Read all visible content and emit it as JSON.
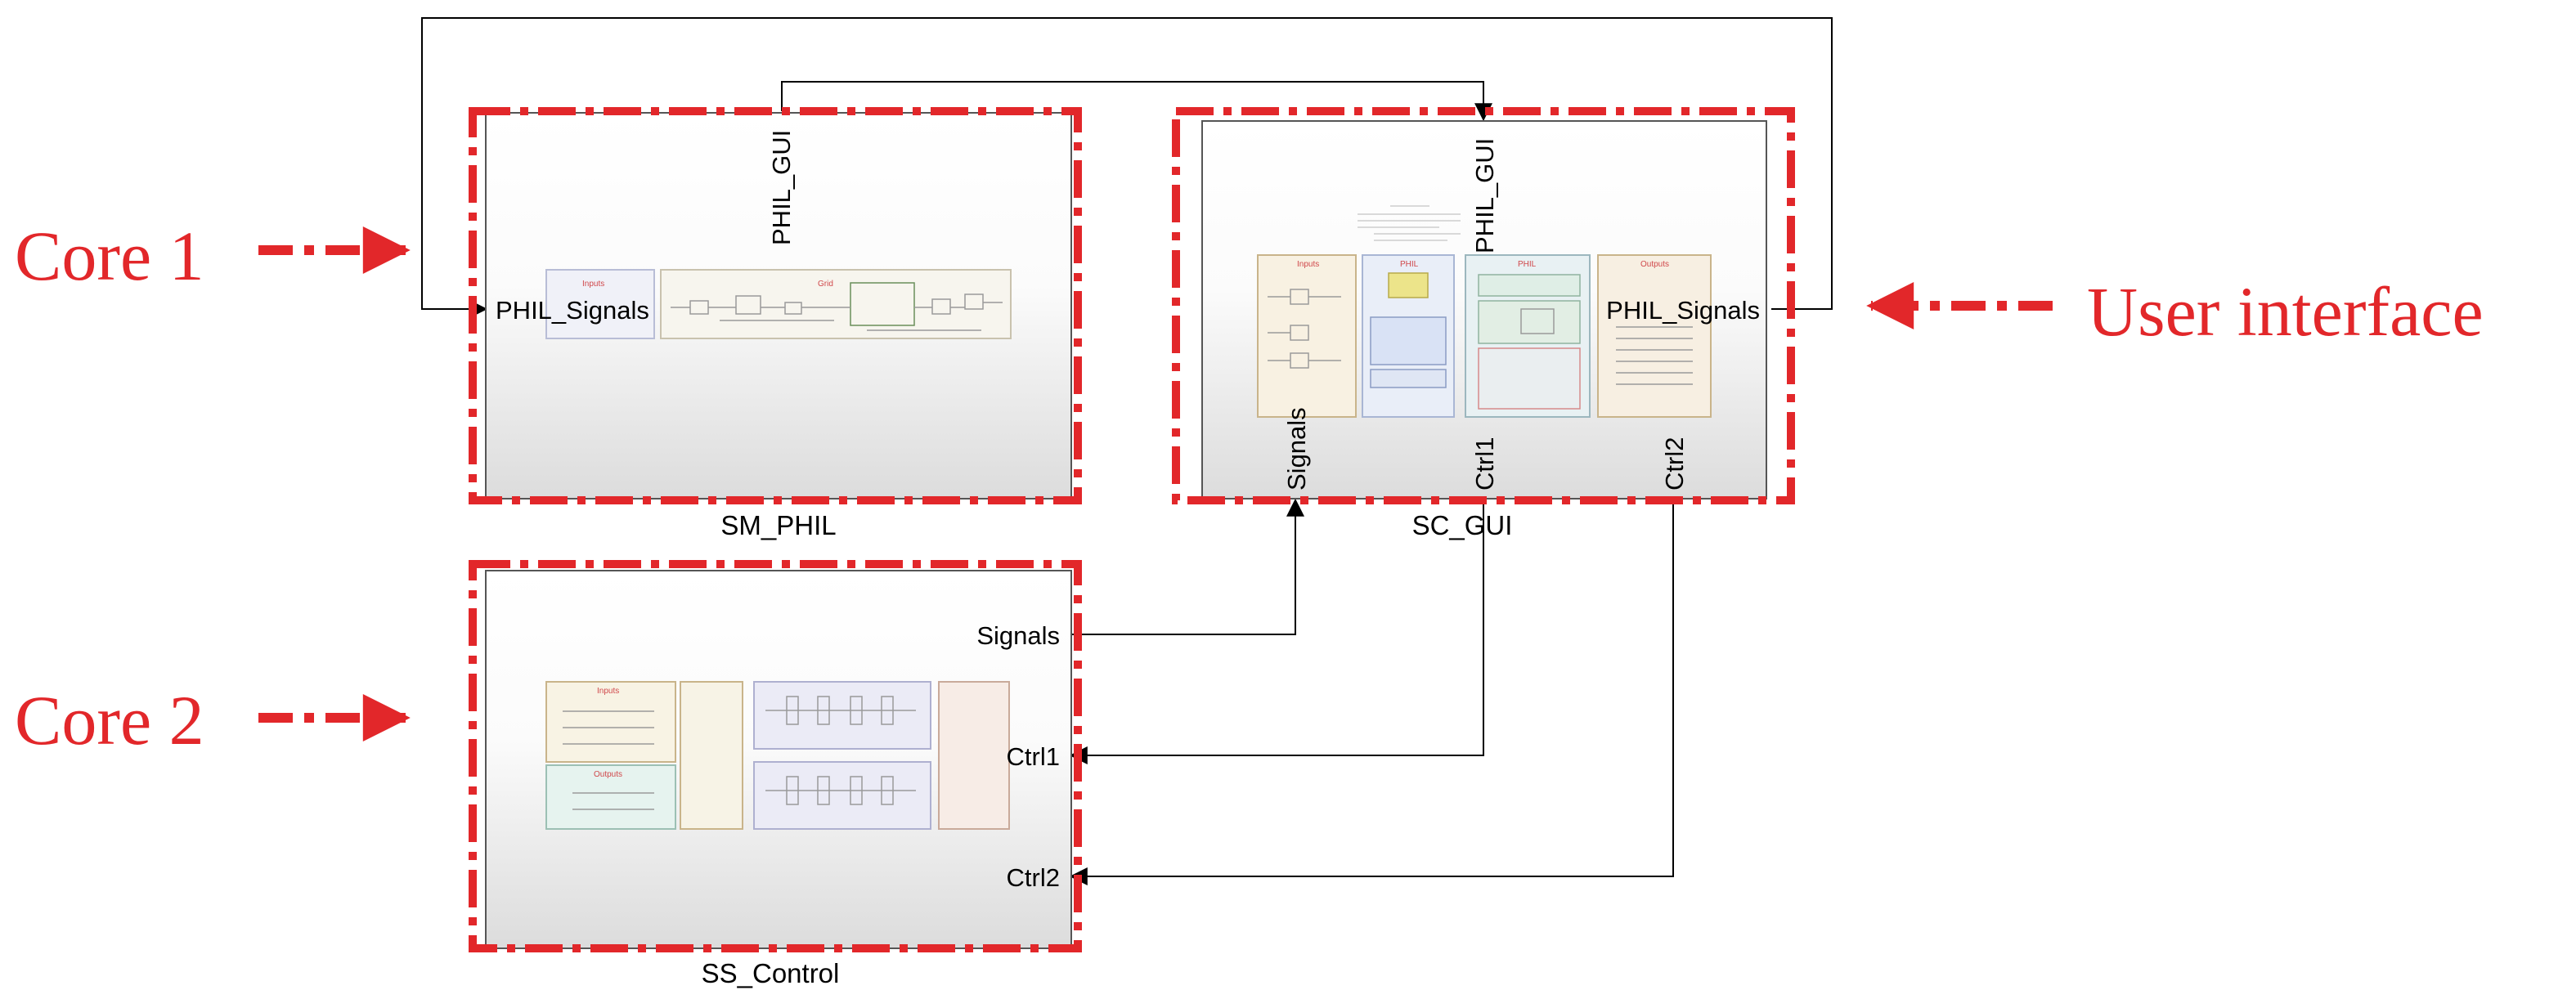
{
  "colors": {
    "accent": "#e2272a",
    "wire": "#000000",
    "block_border": "#555555"
  },
  "blocks": {
    "sm_phil": {
      "name": "SM_PHIL",
      "ports": {
        "top": "PHIL_GUI",
        "left": "PHIL_Signals"
      },
      "thumbnail": {
        "left_panel": "Inputs",
        "right_panel": "Grid"
      }
    },
    "sc_gui": {
      "name": "SC_GUI",
      "ports": {
        "top": "PHIL_GUI",
        "right": "PHIL_Signals",
        "bottom": [
          "Signals",
          "Ctrl1",
          "Ctrl2"
        ]
      },
      "thumbnail": {
        "panels": [
          "Inputs",
          "PHIL",
          "PHIL",
          "Outputs"
        ]
      }
    },
    "ss_control": {
      "name": "SS_Control",
      "ports": {
        "right": [
          "Signals",
          "Ctrl1",
          "Ctrl2"
        ]
      },
      "thumbnail": {
        "panels": [
          "Inputs",
          "Outputs"
        ]
      }
    }
  },
  "callouts": {
    "core1": "Core 1",
    "core2": "Core 2",
    "ui": "User interface"
  }
}
